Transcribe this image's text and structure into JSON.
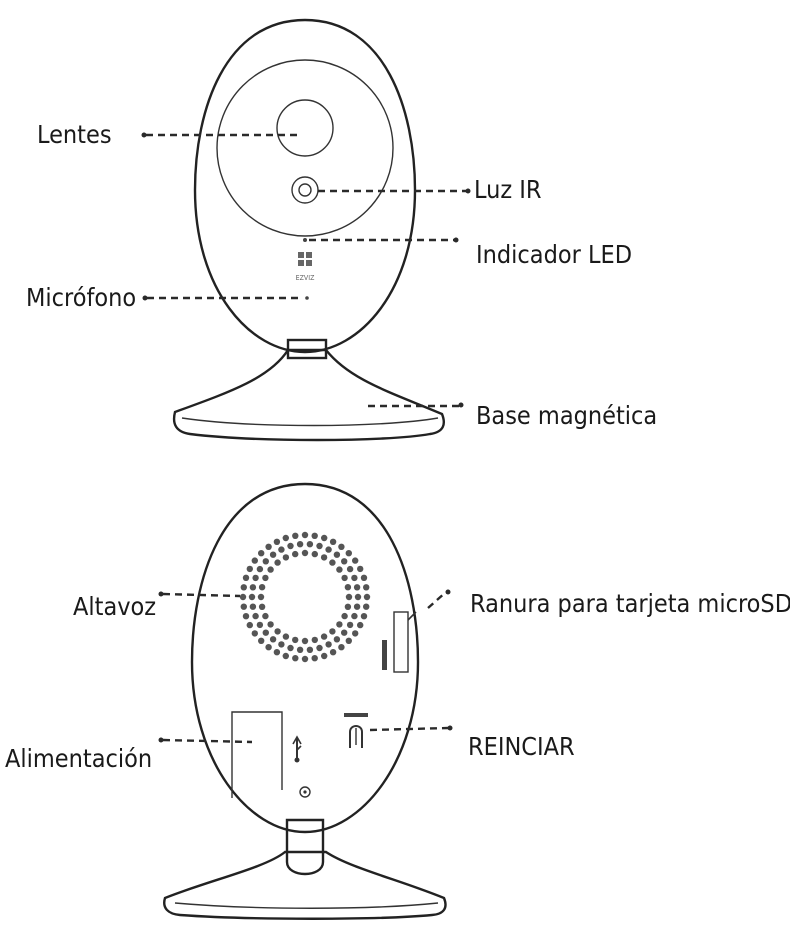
{
  "front": {
    "brand_logo": "EZVIZ",
    "labels": {
      "lens": "Lentes",
      "ir_light": "Luz IR",
      "led": "Indicador LED",
      "microphone": "Micrófono",
      "base": "Base magnética"
    }
  },
  "back": {
    "labels": {
      "speaker": "Altavoz",
      "microsd": "Ranura para tarjeta microSD",
      "power": "Alimentación",
      "reset": "REINCIAR"
    }
  }
}
